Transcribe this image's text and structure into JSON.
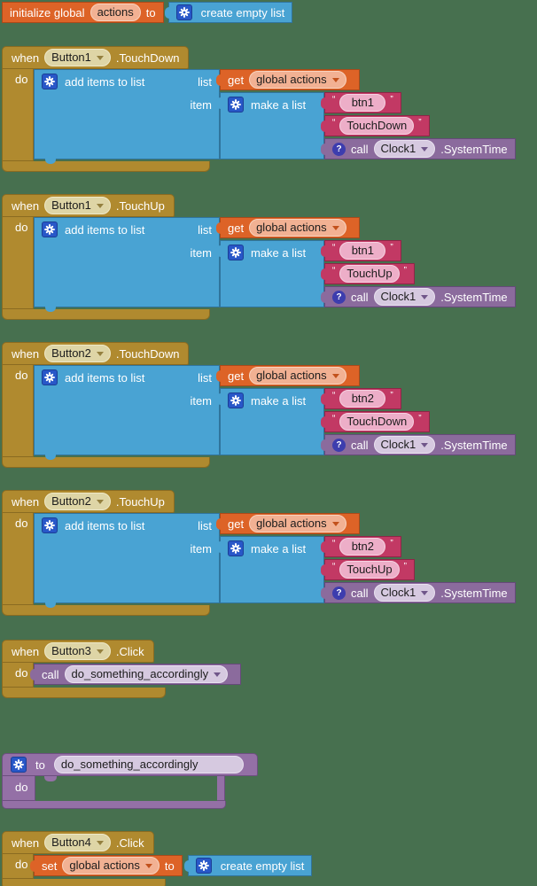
{
  "colors": {
    "canvas_bg": "#47704f",
    "event_gold": "#b08a2f",
    "list_blue": "#49a3d3",
    "variable_orange": "#dd6327",
    "text_magenta": "#c23964",
    "component_call_purple": "#8b6b9d",
    "procedure_purple": "#9470a6",
    "gear_plaque_blue": "#2857c8"
  },
  "labels": {
    "when": "when",
    "do": "do",
    "to": "to",
    "get": "get",
    "set": "set",
    "call": "call",
    "help": "?",
    "initialize_global": "initialize global",
    "create_empty_list": "create empty list",
    "add_items_to_list": "add items to list",
    "list": "list",
    "item": "item",
    "make_a_list": "make a list"
  },
  "init_block": {
    "variable_name": "actions",
    "value_label": "create empty list"
  },
  "events": [
    {
      "component": "Button1",
      "event": ".TouchDown",
      "variable": "global actions",
      "texts": [
        {
          "open": "“",
          "value": "btn1",
          "close": "”"
        },
        {
          "open": "“",
          "value": "TouchDown",
          "close": "”"
        }
      ],
      "call_component": "Clock1",
      "call_method": ".SystemTime"
    },
    {
      "component": "Button1",
      "event": ".TouchUp",
      "variable": "global actions",
      "texts": [
        {
          "open": "“",
          "value": "btn1",
          "close": "”"
        },
        {
          "open": "“",
          "value": "TouchUp",
          "close": "”"
        }
      ],
      "call_component": "Clock1",
      "call_method": ".SystemTime"
    },
    {
      "component": "Button2",
      "event": ".TouchDown",
      "variable": "global actions",
      "texts": [
        {
          "open": "“",
          "value": "btn2",
          "close": "”"
        },
        {
          "open": "“",
          "value": "TouchDown",
          "close": "”"
        }
      ],
      "call_component": "Clock1",
      "call_method": ".SystemTime"
    },
    {
      "component": "Button2",
      "event": ".TouchUp",
      "variable": "global actions",
      "texts": [
        {
          "open": "“",
          "value": "btn2",
          "close": "”"
        },
        {
          "open": "“",
          "value": "TouchUp",
          "close": "”"
        }
      ],
      "call_component": "Clock1",
      "call_method": ".SystemTime"
    }
  ],
  "click_event": {
    "component": "Button3",
    "event": ".Click",
    "procedure": "do_something_accordingly"
  },
  "procedure_def": {
    "name": "do_something_accordingly"
  },
  "set_event": {
    "component": "Button4",
    "event": ".Click",
    "variable": "global actions",
    "value_label": "create empty list"
  }
}
